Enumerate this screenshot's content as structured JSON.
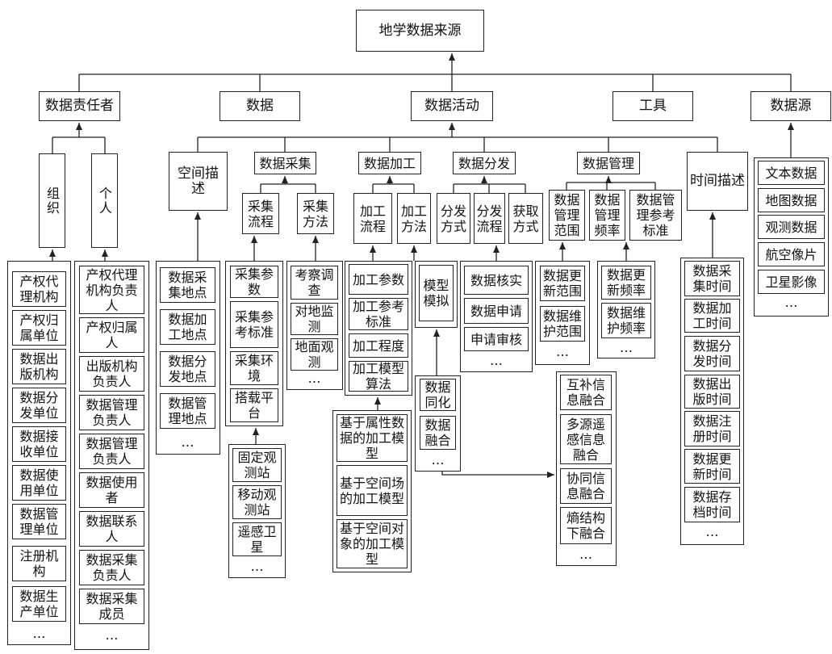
{
  "root": "地学数据来源",
  "level1": [
    "数据责任者",
    "数据",
    "数据活动",
    "工具",
    "数据源"
  ],
  "responsible": {
    "org": "组织",
    "person": "个人",
    "org_items": [
      "产权代理机构",
      "产权归属单位",
      "数据出版机构",
      "数据分发单位",
      "数据接收单位",
      "数据使用单位",
      "数据管理单位",
      "注册机构",
      "数据生产单位"
    ],
    "person_items": [
      "产权代理机构负责人",
      "产权归属人",
      "出版机构负责人",
      "数据管理负责人",
      "数据管理负责人",
      "数据使用者",
      "数据联系人",
      "数据采集负责人",
      "数据采集成员"
    ]
  },
  "activity": {
    "space": "空间描述",
    "space_items": [
      "数据采集地点",
      "数据加工地点",
      "数据分发地点",
      "数据管理地点"
    ],
    "collect": "数据采集",
    "collect_flow": "采集流程",
    "collect_method": "采集方法",
    "flow_items": [
      "采集参数",
      "采集参考标准",
      "采集环境",
      "搭载平台"
    ],
    "platform_items": [
      "固定观测站",
      "移动观测站",
      "遥感卫星"
    ],
    "method_items": [
      "考察调查",
      "对地监测",
      "地面观测"
    ],
    "process": "数据加工",
    "process_flow": "加工流程",
    "process_method": "加工方法",
    "pflow_items": [
      "加工参数",
      "加工参考标准",
      "加工程度",
      "加工模型算法"
    ],
    "model_items": [
      "基于属性数据的加工模型",
      "基于空间场的加工模型",
      "基于空间对象的加工模型"
    ],
    "simulate": "模型模拟",
    "assim_items": [
      "数据同化",
      "数据融合"
    ],
    "fusion_items": [
      "互补信息融合",
      "多源遥感信息融合",
      "协同信息融合",
      "熵结构下融合"
    ],
    "distribute": "数据分发",
    "dist_mode": "分发方式",
    "dist_flow": "分发流程",
    "get_mode": "获取方式",
    "dist_items": [
      "数据核实",
      "数据申请",
      "申请审核"
    ],
    "manage": "数据管理",
    "manage_scope": "数据管理范围",
    "manage_freq": "数据管理频率",
    "manage_std": "数据管理参考标准",
    "scope_items": [
      "数据更新范围",
      "数据维护范围"
    ],
    "freq_items": [
      "数据更新频率",
      "数据维护频率"
    ],
    "time": "时间描述",
    "time_items": [
      "数据采集时间",
      "数据加工时间",
      "数据分发时间",
      "数据出版时间",
      "数据注册时间",
      "数据更新时间",
      "数据存档时间"
    ]
  },
  "sources": [
    "文本数据",
    "地图数据",
    "观测数据",
    "航空像片",
    "卫星影像"
  ],
  "ellipsis": "…"
}
